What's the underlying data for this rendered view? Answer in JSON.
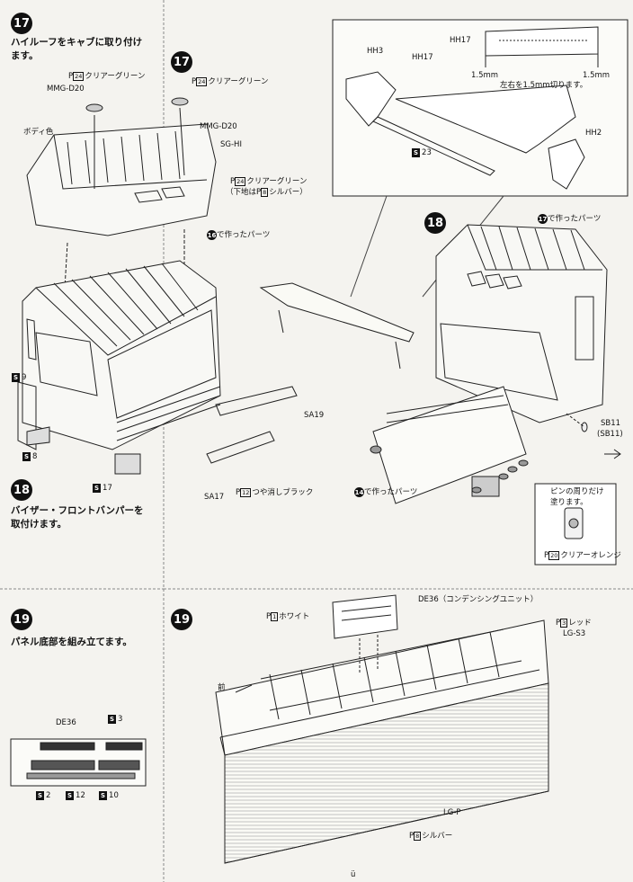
{
  "page_number": "ü",
  "left_column": {
    "step17": {
      "number": "17",
      "title_line1": "ハイルーフをキャブに取り付け",
      "title_line2": "ます。",
      "paint_p_prefix": "P",
      "paint_p_num": "24",
      "paint_text": "クリアーグリーン",
      "part_mmg": "MMG-D20",
      "body_color": "ボディ色"
    },
    "step18": {
      "number": "18",
      "title_line1": "バイザー・フロントバンパーを",
      "title_line2": "取付けます。",
      "s9": "9",
      "s8": "8",
      "s17": "17",
      "s_prefix": "S"
    },
    "step19": {
      "number": "19",
      "title": "パネル底部を組み立てます。",
      "de36": "DE36",
      "s3": "3",
      "s2": "2",
      "s12": "12",
      "s10": "10"
    }
  },
  "right_column": {
    "step17": {
      "number": "17",
      "paint1_num": "24",
      "paint1_text": "クリアーグリーン",
      "mmg": "MMG-D20",
      "sghi": "SG-HI",
      "paint2_num": "24",
      "paint2_text": "クリアーグリーン",
      "paint2_sub_pre": "（下地は",
      "paint2_sub_num": "8",
      "paint2_sub_post": "シルバー）",
      "made16": "16",
      "made16_text": "で作ったパーツ",
      "sa19": "SA19",
      "sa17": "SA17",
      "paint3_num": "12",
      "paint3_text": "つや消しブラック"
    },
    "detail": {
      "hh3": "HH3",
      "hh17a": "HH17",
      "hh17b": "HH17",
      "mm_left": "1.5mm",
      "mm_right": "1.5mm",
      "cut_note": "左右を1.5mm切ります。",
      "hh2": "HH2",
      "s23": "23"
    },
    "step18": {
      "number": "18",
      "made17": "17",
      "made17_text": "で作ったパーツ",
      "made14": "14",
      "made14_text": "で作ったパーツ",
      "sb11": "SB11",
      "sb11p": "(SB11)",
      "pin_note1": "ピンの周りだけ",
      "pin_note2": "塗ります。",
      "paint_num": "20",
      "paint_text": "クリアーオレンジ"
    },
    "step19": {
      "number": "19",
      "paint_white_num": "1",
      "paint_white": "ホワイト",
      "de36": "DE36（コンデンシングユニット）",
      "paint_red_num": "3",
      "paint_red": "レッド",
      "lgs3": "LG-S3",
      "front": "前",
      "lgp": "LG-P",
      "paint_silver_num": "8",
      "paint_silver": "シルバー"
    }
  }
}
